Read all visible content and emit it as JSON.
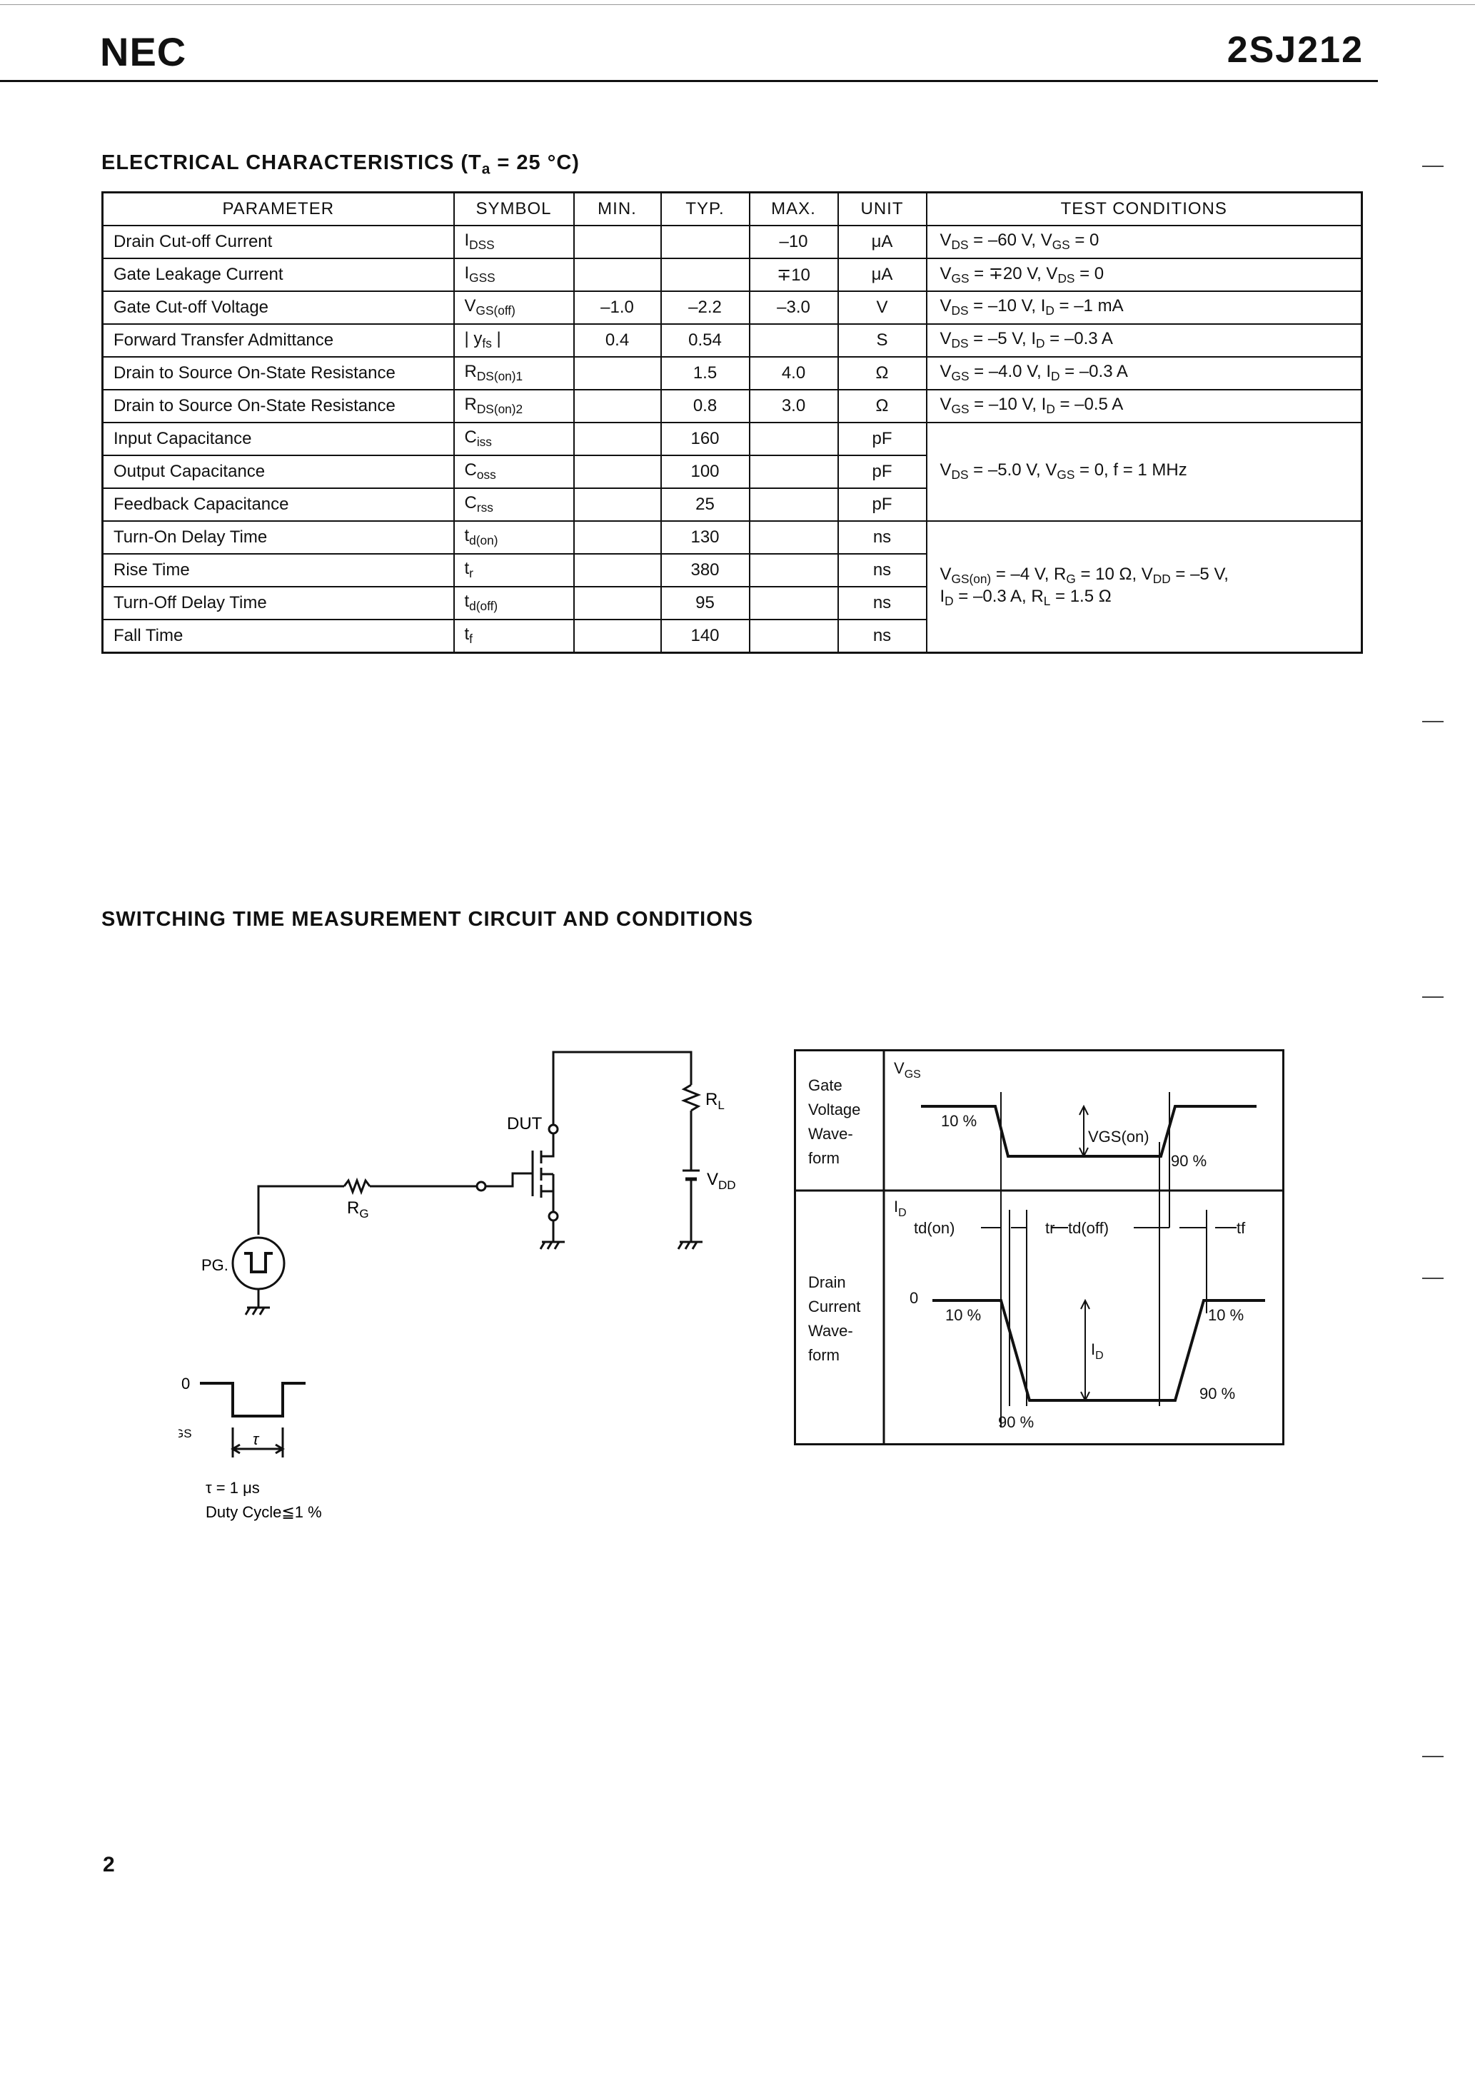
{
  "header": {
    "brand": "NEC",
    "part_number": "2SJ212"
  },
  "electrical": {
    "title": "ELECTRICAL CHARACTERISTICS (T",
    "title_sub": "a",
    "title_tail": " = 25 °C)",
    "columns": [
      "PARAMETER",
      "SYMBOL",
      "MIN.",
      "TYP.",
      "MAX.",
      "UNIT",
      "TEST CONDITIONS"
    ],
    "rows": [
      {
        "parameter": "Drain Cut-off Current",
        "sym": "I",
        "sym_sub": "DSS",
        "min": "",
        "typ": "",
        "max": "–10",
        "unit": "μA",
        "cond": "V<sub>DS</sub> = –60 V, V<sub>GS</sub> = 0"
      },
      {
        "parameter": "Gate Leakage Current",
        "sym": "I",
        "sym_sub": "GSS",
        "min": "",
        "typ": "",
        "max": "∓10",
        "unit": "μA",
        "cond": "V<sub>GS</sub> = ∓20 V, V<sub>DS</sub> = 0"
      },
      {
        "parameter": "Gate Cut-off Voltage",
        "sym": "V",
        "sym_sub": "GS(off)",
        "min": "–1.0",
        "typ": "–2.2",
        "max": "–3.0",
        "unit": "V",
        "cond": "V<sub>DS</sub> = –10 V, I<sub>D</sub> = –1 mA"
      },
      {
        "parameter": "Forward Transfer Admittance",
        "sym": "| y",
        "sym_sub": "fs",
        "sym_tail": " |",
        "min": "0.4",
        "typ": "0.54",
        "max": "",
        "unit": "S",
        "cond": "V<sub>DS</sub> = –5 V, I<sub>D</sub> = –0.3 A"
      },
      {
        "parameter": "Drain to Source On-State Resistance",
        "sym": "R",
        "sym_sub": "DS(on)1",
        "min": "",
        "typ": "1.5",
        "max": "4.0",
        "unit": "Ω",
        "cond": "V<sub>GS</sub> = –4.0 V, I<sub>D</sub> = –0.3 A"
      },
      {
        "parameter": "Drain to Source On-State Resistance",
        "sym": "R",
        "sym_sub": "DS(on)2",
        "min": "",
        "typ": "0.8",
        "max": "3.0",
        "unit": "Ω",
        "cond": "V<sub>GS</sub> = –10 V, I<sub>D</sub> = –0.5 A"
      },
      {
        "parameter": "Input Capacitance",
        "sym": "C",
        "sym_sub": "iss",
        "min": "",
        "typ": "160",
        "max": "",
        "unit": "pF"
      },
      {
        "parameter": "Output Capacitance",
        "sym": "C",
        "sym_sub": "oss",
        "min": "",
        "typ": "100",
        "max": "",
        "unit": "pF"
      },
      {
        "parameter": "Feedback Capacitance",
        "sym": "C",
        "sym_sub": "rss",
        "min": "",
        "typ": "25",
        "max": "",
        "unit": "pF"
      },
      {
        "parameter": "Turn-On Delay Time",
        "sym": "t",
        "sym_sub": "d(on)",
        "min": "",
        "typ": "130",
        "max": "",
        "unit": "ns"
      },
      {
        "parameter": "Rise Time",
        "sym": "t",
        "sym_sub": "r",
        "min": "",
        "typ": "380",
        "max": "",
        "unit": "ns"
      },
      {
        "parameter": "Turn-Off Delay Time",
        "sym": "t",
        "sym_sub": "d(off)",
        "min": "",
        "typ": "95",
        "max": "",
        "unit": "ns"
      },
      {
        "parameter": "Fall Time",
        "sym": "t",
        "sym_sub": "f",
        "min": "",
        "typ": "140",
        "max": "",
        "unit": "ns"
      }
    ],
    "merged_cond_capacitance": "V<sub>DS</sub> = –5.0 V, V<sub>GS</sub> = 0, f = 1 MHz",
    "merged_cond_switching_1": "V<sub>GS(on)</sub> = –4 V, R<sub>G</sub> = 10 Ω, V<sub>DD</sub> = –5 V,",
    "merged_cond_switching_2": "I<sub>D</sub> = –0.3 A, R<sub>L</sub> = 1.5 Ω"
  },
  "switching": {
    "title": "SWITCHING TIME MEASUREMENT CIRCUIT AND CONDITIONS",
    "circuit": {
      "dut": "DUT",
      "rl": "R",
      "rl_sub": "L",
      "vdd": "V",
      "vdd_sub": "DD",
      "rg": "R",
      "rg_sub": "G",
      "pg": "PG."
    },
    "pulse": {
      "zero": "0",
      "vgs": "V",
      "vgs_sub": "GS",
      "tau": "τ",
      "note1": "τ = 1 μs",
      "note2": "Duty Cycle≦1 %"
    },
    "waveform": {
      "gate_label": [
        "Gate",
        "Voltage",
        "Wave-",
        "form"
      ],
      "drain_label": [
        "Drain",
        "Current",
        "Wave-",
        "form"
      ],
      "vgs": "V",
      "vgs_sub": "GS",
      "pct10": "10 %",
      "pct90": "90 %",
      "vgs_on": "VGS(on)",
      "id": "I",
      "id_sub": "D",
      "td_on": "td(on)",
      "tr": "tr",
      "td_off": "td(off)",
      "tf": "tf",
      "zero": "0"
    }
  },
  "page_number": "2"
}
